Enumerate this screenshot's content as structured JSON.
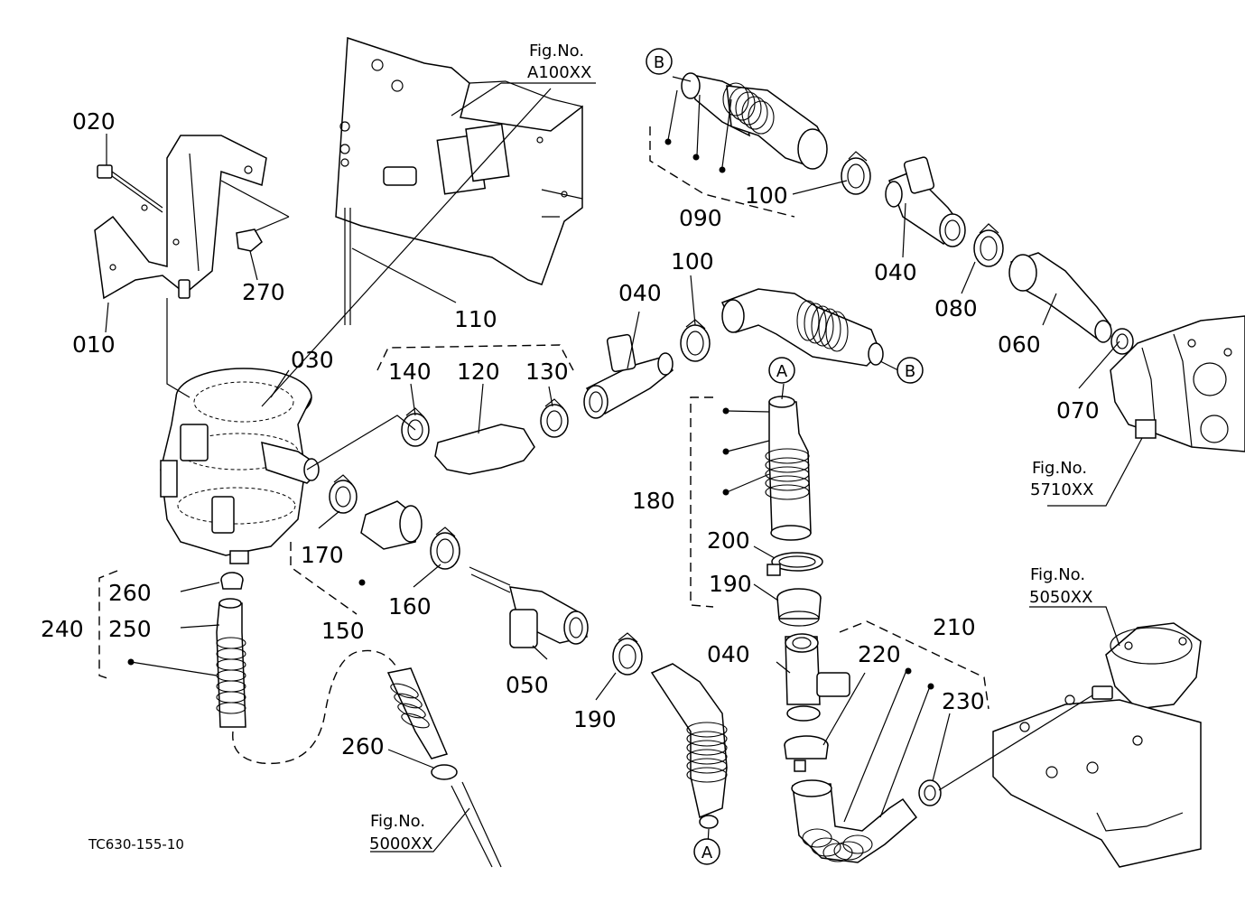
{
  "part_numbers": {
    "p010": "010",
    "p020": "020",
    "p030": "030",
    "p040a": "040",
    "p040b": "040",
    "p040c": "040",
    "p050": "050",
    "p060": "060",
    "p070": "070",
    "p080": "080",
    "p090": "090",
    "p100a": "100",
    "p100b": "100",
    "p110": "110",
    "p120": "120",
    "p130": "130",
    "p140": "140",
    "p150": "150",
    "p160": "160",
    "p170": "170",
    "p180": "180",
    "p190a": "190",
    "p190b": "190",
    "p200": "200",
    "p210": "210",
    "p220": "220",
    "p230": "230",
    "p240": "240",
    "p250": "250",
    "p260a": "260",
    "p260b": "260",
    "p270": "270"
  },
  "figure_refs": {
    "a100": {
      "line1": "Fig.No.",
      "line2": "A100XX"
    },
    "f5710": {
      "line1": "Fig.No.",
      "line2": "5710XX"
    },
    "f5050": {
      "line1": "Fig.No.",
      "line2": "5050XX"
    },
    "f5000": {
      "line1": "Fig.No.",
      "line2": "5000XX"
    }
  },
  "connectors": {
    "a_top": "A",
    "a_bottom": "A",
    "b_left": "B",
    "b_right": "B"
  },
  "drawing_code": "TC630-155-10"
}
